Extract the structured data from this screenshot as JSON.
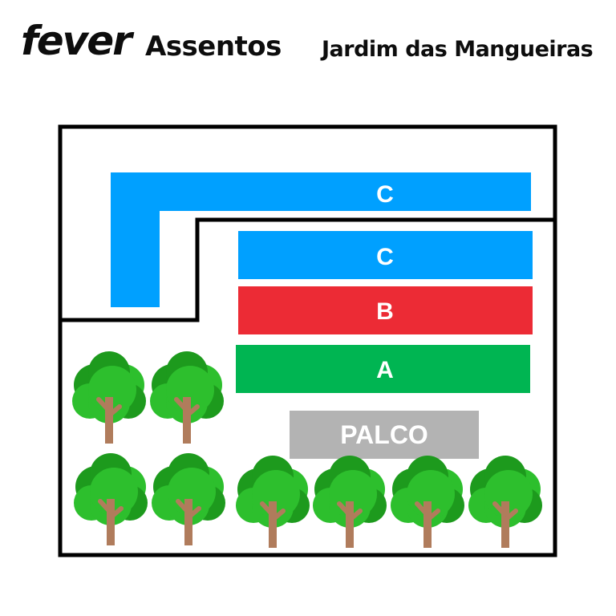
{
  "header": {
    "brand": "fever",
    "subtitle": "Assentos",
    "venue": "Jardim das Mangueiras"
  },
  "map": {
    "sections": [
      {
        "id": "c-outer",
        "label": "C",
        "color": "#00a0ff"
      },
      {
        "id": "c-inner",
        "label": "C",
        "color": "#00a0ff"
      },
      {
        "id": "b",
        "label": "B",
        "color": "#ec2b35"
      },
      {
        "id": "a",
        "label": "A",
        "color": "#00b552"
      }
    ],
    "stage": {
      "label": "PALCO",
      "color": "#b3b3b3"
    },
    "colors": {
      "outline": "#000000",
      "tree_leaves": "#2dbf2d",
      "tree_leaves_dark": "#1d9a1d",
      "tree_trunk": "#b07c5c"
    }
  }
}
